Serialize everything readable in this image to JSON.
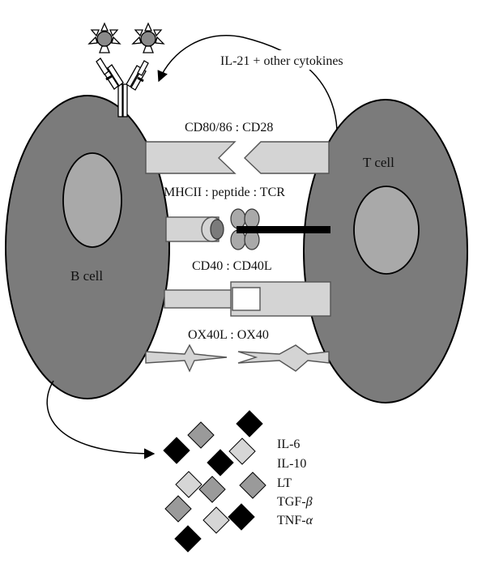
{
  "cells": {
    "b_cell_label": "B cell",
    "t_cell_label": "T cell"
  },
  "interactions": {
    "cytokine_arrow_label": "IL-21 + other cytokines",
    "costim_label": "CD80/86 : CD28",
    "mhc_label": "MHCII : peptide : TCR",
    "cd40_label": "CD40 : CD40L",
    "ox40_label": "OX40L : OX40"
  },
  "secreted_cytokines": [
    {
      "name": "IL-6",
      "suffix": ""
    },
    {
      "name": "IL-10",
      "suffix": ""
    },
    {
      "name": "LT",
      "suffix": ""
    },
    {
      "name": "TGF-",
      "suffix": "β"
    },
    {
      "name": "TNF-",
      "suffix": "α"
    }
  ],
  "colors": {
    "cell_fill": "#7b7b7b",
    "nucleus_fill": "#a9a9a9",
    "receptor_fill": "#d4d4d4",
    "diamond_black": "#000000",
    "diamond_gray": "#9a9a9a",
    "diamond_light": "#d6d6d6"
  }
}
